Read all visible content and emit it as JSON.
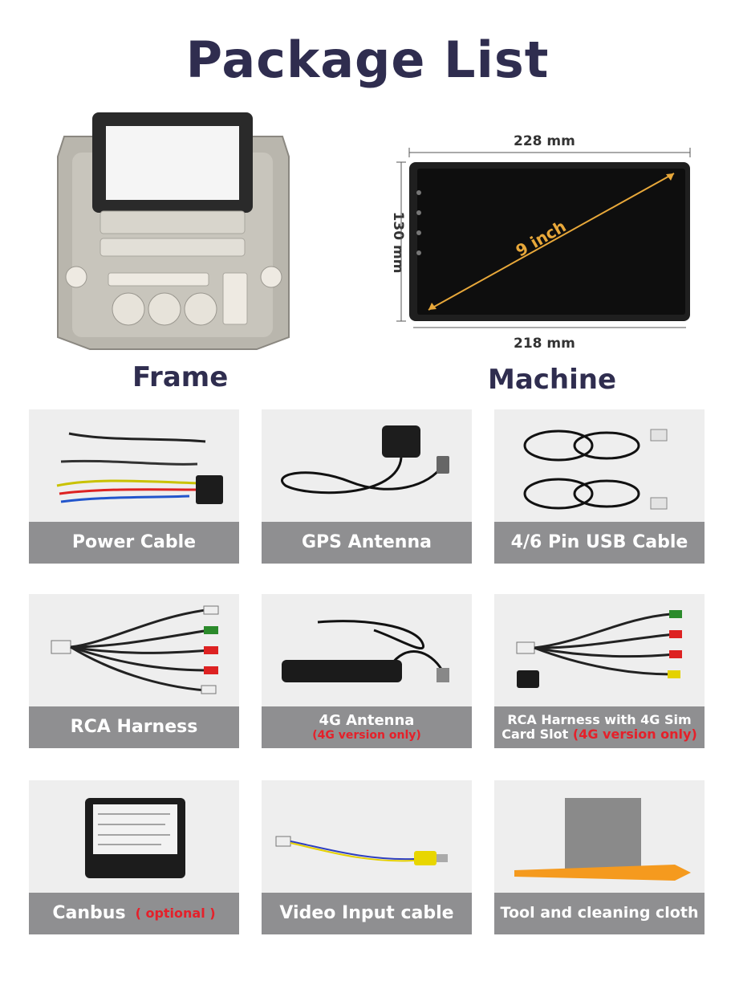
{
  "title": "Package List",
  "hero": {
    "frame_label": "Frame",
    "machine_label": "Machine",
    "dim_top": "228 mm",
    "dim_side": "130 mm",
    "dim_bottom": "218 mm",
    "diagonal": "9 inch"
  },
  "items": [
    {
      "label": "Power Cable"
    },
    {
      "label": "GPS Antenna"
    },
    {
      "label": "4/6 Pin USB Cable"
    },
    {
      "label": "RCA Harness"
    },
    {
      "label": "4G Antenna",
      "note": "(4G version only)"
    },
    {
      "label_line1": "RCA Harness with 4G Sim",
      "label_line2": "Card Slot",
      "note": "(4G version only)"
    },
    {
      "label": "Canbus",
      "note": "( optional )"
    },
    {
      "label": "Video Input cable"
    },
    {
      "label": "Tool and cleaning cloth"
    }
  ],
  "colors": {
    "title": "#2f2d4f",
    "label_bg": "#8f8f91",
    "card_bg": "#eeeeee",
    "note": "#e5202a",
    "accent_line": "#e8a83a"
  }
}
